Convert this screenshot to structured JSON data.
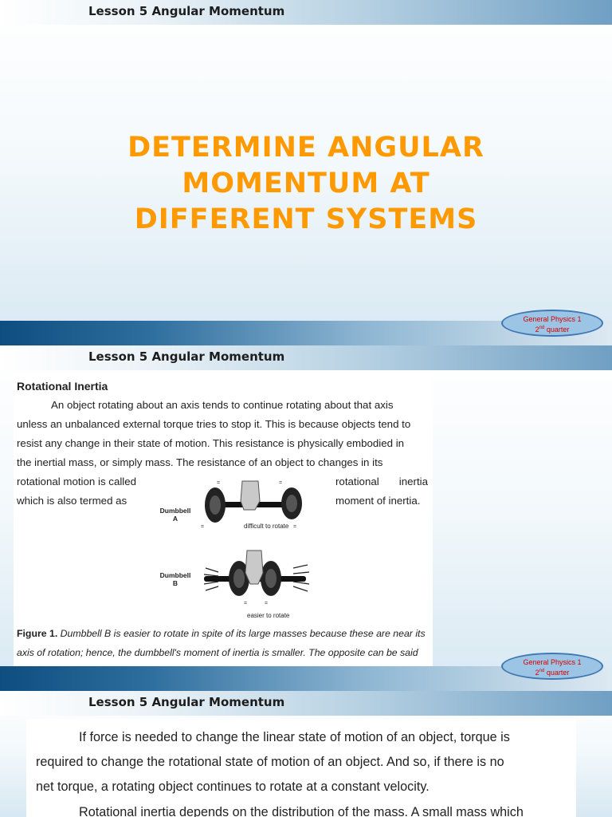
{
  "slides": [
    {
      "header": "Lesson 5 Angular Momentum",
      "title_lines": [
        "DETERMINE ANGULAR",
        "MOMENTUM AT",
        "DIFFERENT SYSTEMS"
      ],
      "badge": {
        "line1": "General Physics 1",
        "line2_num": "2",
        "line2_sup": "nd",
        "line2_rest": " quarter"
      }
    },
    {
      "header": "Lesson 5 Angular Momentum",
      "doc": {
        "heading": "Rotational Inertia",
        "lines": [
          "An object rotating about an axis tends to continue rotating about that axis",
          "unless an unbalanced external torque tries to stop it. This is because objects tend to",
          "resist any change in their state of motion. This resistance is physically embodied in",
          "the inertial mass, or simply mass. The resistance of an object to changes in its"
        ],
        "left_col": [
          "rotational motion is called",
          "which is also termed as"
        ],
        "right_col_a": [
          "rotational",
          "inertia"
        ],
        "right_col_b": "moment of inertia.",
        "figure": {
          "label_a": "Dumbbell A",
          "label_a_1": "Dumbbell",
          "label_a_2": "A",
          "label_b_1": "Dumbbell",
          "label_b_2": "B",
          "caption_a": "difficult to rotate",
          "caption_b": "easier to rotate"
        },
        "caption_bold": "Figure 1.",
        "caption_text": " Dumbbell B is easier to rotate in spite of its large masses because these are near its axis of rotation; hence, the dumbbell's moment of inertia is smaller. The opposite can be said of dumbbell A."
      },
      "badge": {
        "line1": "General Physics 1",
        "line2_num": "2",
        "line2_sup": "nd",
        "line2_rest": " quarter"
      }
    },
    {
      "header": "Lesson 5 Angular Momentum",
      "lines": [
        "If force is needed to change the linear state of motion of an object, torque is",
        "required to change the rotational state of motion of an object. And so, if there is no",
        "net torque, a rotating object continues to rotate at a constant velocity.",
        "Rotational inertia depends on the distribution of the mass. A small mass which"
      ]
    }
  ]
}
